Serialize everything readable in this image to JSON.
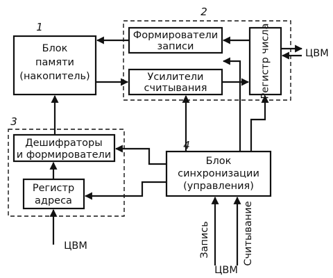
{
  "blocks": {
    "memory": {
      "lines": [
        "Блок",
        "памяти",
        "(накопитель)"
      ]
    },
    "write_formers": {
      "lines": [
        "Формирователи",
        "записи"
      ]
    },
    "read_amps": {
      "lines": [
        "Усилители",
        "считывания"
      ]
    },
    "number_register": {
      "text": "Регистр числа"
    },
    "decoders": {
      "lines": [
        "Дешифраторы",
        "и формирователи"
      ]
    },
    "address_register": {
      "lines": [
        "Регистр",
        "адреса"
      ]
    },
    "sync": {
      "lines": [
        "Блок",
        "синхронизации",
        "(управления)"
      ]
    }
  },
  "group_numbers": {
    "g1": "1",
    "g2": "2",
    "g3": "3",
    "g4": "4"
  },
  "signals": {
    "cvm_right": "ЦВМ",
    "cvm_left": "ЦВМ",
    "cvm_bottom": "ЦВМ",
    "write": "Запись",
    "read": "Считывание"
  }
}
